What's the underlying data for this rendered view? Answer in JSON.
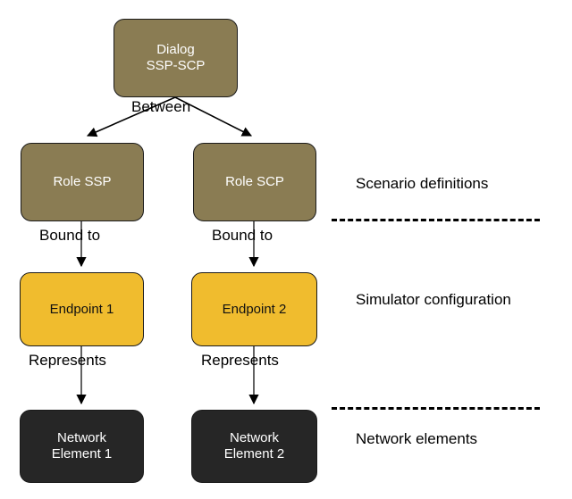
{
  "diagram": {
    "title": "Dialog / Role / Endpoint / Network element layering diagram",
    "background_color": "#ffffff",
    "palette": {
      "olive": "#8a7c53",
      "amber": "#f0bc2e",
      "dark": "#262626",
      "stroke": "#1a1a1a",
      "text_light": "#ffffff",
      "text_dark": "#111111"
    },
    "nodes": {
      "dialog": "Dialog\nSSP-SCP",
      "role_ssp": "Role SSP",
      "role_scp": "Role SCP",
      "endpoint_1": "Endpoint 1",
      "endpoint_2": "Endpoint 2",
      "network_element_1": "Network\nElement 1",
      "network_element_2": "Network\nElement 2"
    },
    "edge_labels": {
      "between": "Between",
      "bound_to_left": "Bound to",
      "bound_to_right": "Bound to",
      "represents_left": "Represents",
      "represents_right": "Represents"
    },
    "lanes": [
      {
        "label": "Scenario definitions"
      },
      {
        "label": "Simulator configuration"
      },
      {
        "label": "Network elements"
      }
    ]
  }
}
